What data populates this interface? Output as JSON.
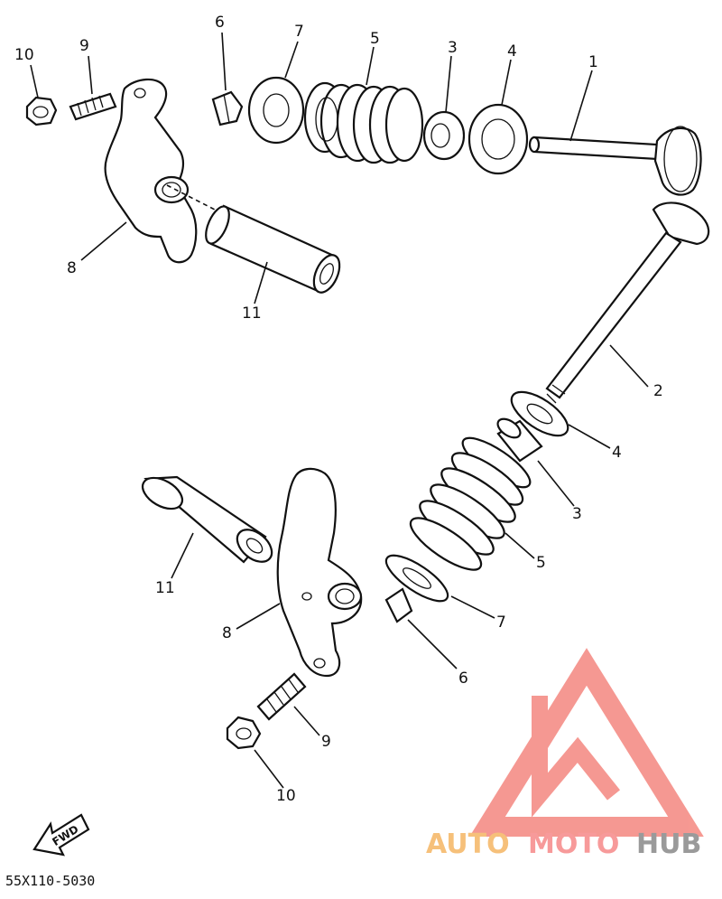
{
  "diagram": {
    "code": "55X110-5030",
    "fwd_label": "FWD",
    "labels": {
      "top_10": "10",
      "top_9": "9",
      "top_6": "6",
      "top_7": "7",
      "top_5": "5",
      "top_3": "3",
      "top_4": "4",
      "top_1": "1",
      "top_8": "8",
      "top_11": "11",
      "r_2": "2",
      "r_4": "4",
      "r_3": "3",
      "r_5": "5",
      "r_7": "7",
      "r_6": "6",
      "b_11": "11",
      "b_8": "8",
      "b_9": "9",
      "b_10": "10"
    }
  },
  "watermark": {
    "auto": "AUTO",
    "moto": "MOTO",
    "hub": "HUB",
    "color_primary": "#f4877f",
    "color_secondary": "#f6c07a"
  }
}
